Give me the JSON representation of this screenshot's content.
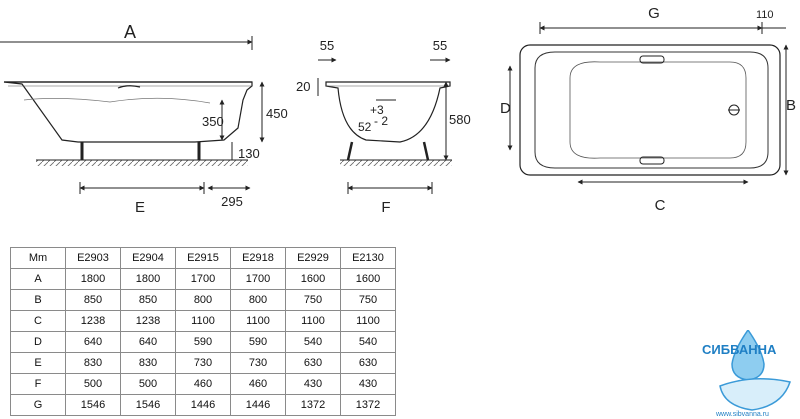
{
  "drawing": {
    "side_view": {
      "A": "A",
      "E": "E",
      "offset": "295",
      "depth": "350",
      "height": "450",
      "leg": "130"
    },
    "end_view": {
      "left_top": "55",
      "right_top": "55",
      "rim": "20",
      "height": "580",
      "F": "F",
      "plus": "+3",
      "base": "52",
      "minus": "- 2"
    },
    "top_view": {
      "G": "G",
      "offset": "110",
      "D": "D",
      "B": "B",
      "C": "C"
    }
  },
  "table": {
    "corner": "Mm",
    "headers": [
      "E2903",
      "E2904",
      "E2915",
      "E2918",
      "E2929",
      "E2130"
    ],
    "rows": [
      {
        "label": "A",
        "values": [
          "1800",
          "1800",
          "1700",
          "1700",
          "1600",
          "1600"
        ]
      },
      {
        "label": "B",
        "values": [
          "850",
          "850",
          "800",
          "800",
          "750",
          "750"
        ]
      },
      {
        "label": "C",
        "values": [
          "1238",
          "1238",
          "1100",
          "1100",
          "1100",
          "1100"
        ]
      },
      {
        "label": "D",
        "values": [
          "640",
          "640",
          "590",
          "590",
          "540",
          "540"
        ]
      },
      {
        "label": "E",
        "values": [
          "830",
          "830",
          "730",
          "730",
          "630",
          "630"
        ]
      },
      {
        "label": "F",
        "values": [
          "500",
          "500",
          "460",
          "460",
          "430",
          "430"
        ]
      },
      {
        "label": "G",
        "values": [
          "1546",
          "1546",
          "1446",
          "1446",
          "1372",
          "1372"
        ]
      }
    ]
  },
  "logo": {
    "text": "СИБВАННА",
    "url": "www.sibvanna.ru",
    "colors": {
      "primary": "#1f7fc4",
      "light": "#8ecdf0"
    }
  }
}
